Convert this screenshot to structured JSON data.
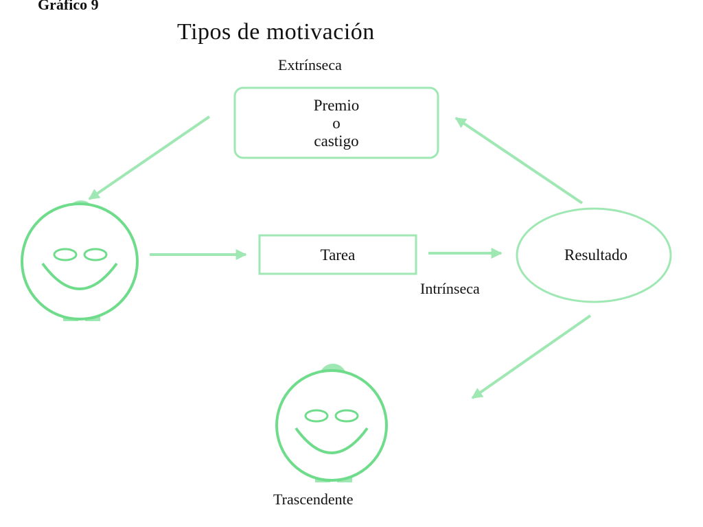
{
  "figure_label": "Gráfico 9",
  "title": "Tipos de motivación",
  "labels": {
    "extrinseca": "Extrínseca",
    "intrinseca": "Intrínseca",
    "trascendente": "Trascendente"
  },
  "nodes": {
    "premio": {
      "lines": [
        "Premio",
        "o",
        "castigo"
      ]
    },
    "tarea": {
      "text": "Tarea"
    },
    "resultado": {
      "text": "Resultado"
    }
  },
  "colors": {
    "accent": "#7ee89a",
    "accent_dark": "#5dd37a",
    "accent_fill": "#9fe7b3",
    "text": "#111111"
  }
}
